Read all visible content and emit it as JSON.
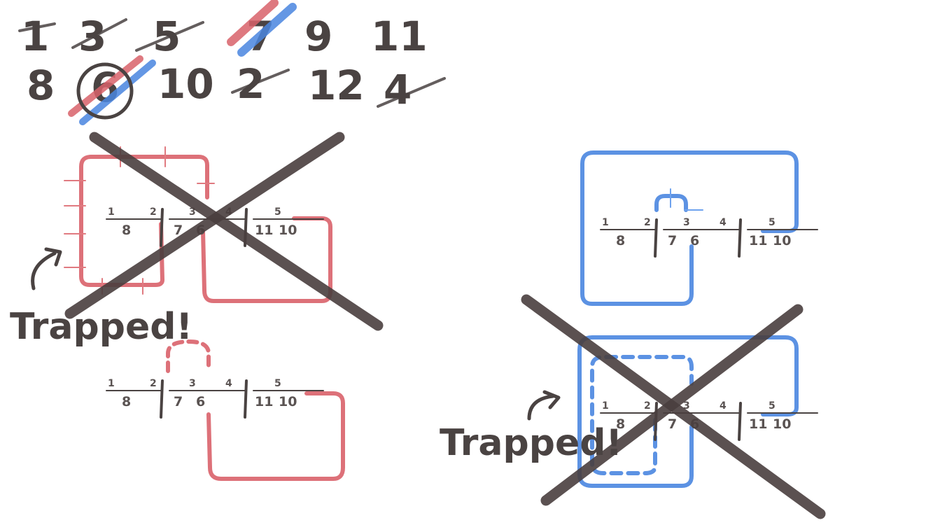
{
  "sequence": {
    "row1": [
      "1",
      "3",
      "5",
      "7",
      "9",
      "11"
    ],
    "row2": [
      "8",
      "6",
      "10",
      "2",
      "12",
      "4"
    ]
  },
  "strip_labels": {
    "top": [
      "1",
      "2",
      "3",
      "4",
      "5"
    ],
    "bottom": [
      "8",
      "7",
      "6",
      "11",
      "10"
    ]
  },
  "annotations": {
    "trapped_left": "Trapped!",
    "trapped_right": "Trapped!"
  },
  "colors": {
    "ink": "#4a4342",
    "red": "#d9626a",
    "blue": "#4a86e0",
    "cross": "#4a3f3f"
  }
}
